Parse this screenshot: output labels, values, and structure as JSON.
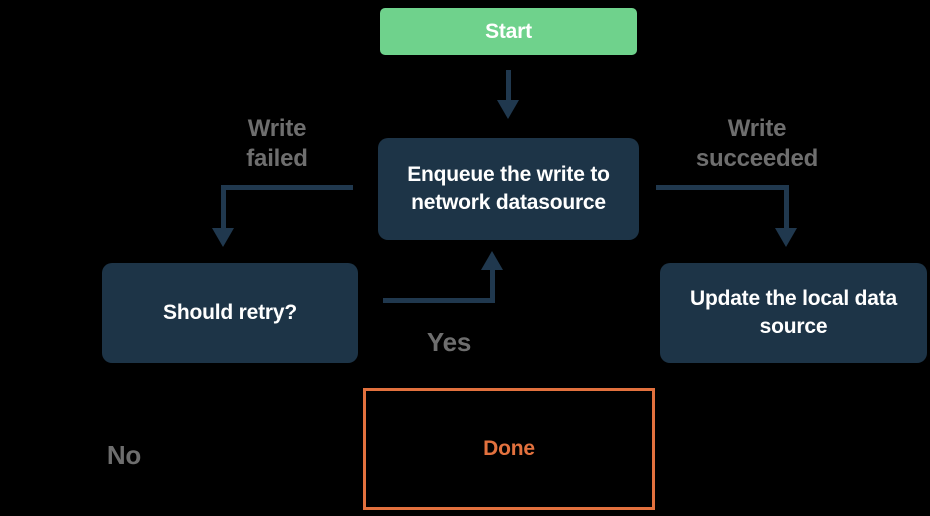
{
  "diagram": {
    "type": "flowchart",
    "nodes": {
      "start": {
        "label": "Start"
      },
      "enqueue": {
        "label": "Enqueue the write to network datasource"
      },
      "retry": {
        "label": "Should retry?"
      },
      "update": {
        "label": "Update the local data source"
      },
      "done": {
        "label": "Done"
      }
    },
    "edge_labels": {
      "write_failed": "Write failed",
      "write_succeeded": "Write succeeded",
      "yes": "Yes",
      "no": "No"
    },
    "edges": [
      {
        "from": "start",
        "to": "enqueue",
        "label": ""
      },
      {
        "from": "enqueue",
        "to": "retry",
        "label": "Write failed"
      },
      {
        "from": "enqueue",
        "to": "update",
        "label": "Write succeeded"
      },
      {
        "from": "retry",
        "to": "enqueue",
        "label": "Yes"
      },
      {
        "from": "retry",
        "to": "done",
        "label": "No"
      }
    ]
  },
  "colors": {
    "background": "#000000",
    "start_fill": "#6FD28C",
    "node_fill": "#1D3447",
    "connector": "#20384E",
    "label_gray": "#6E6E6E",
    "done_accent": "#E2713E",
    "text_white": "#FFFFFF"
  }
}
